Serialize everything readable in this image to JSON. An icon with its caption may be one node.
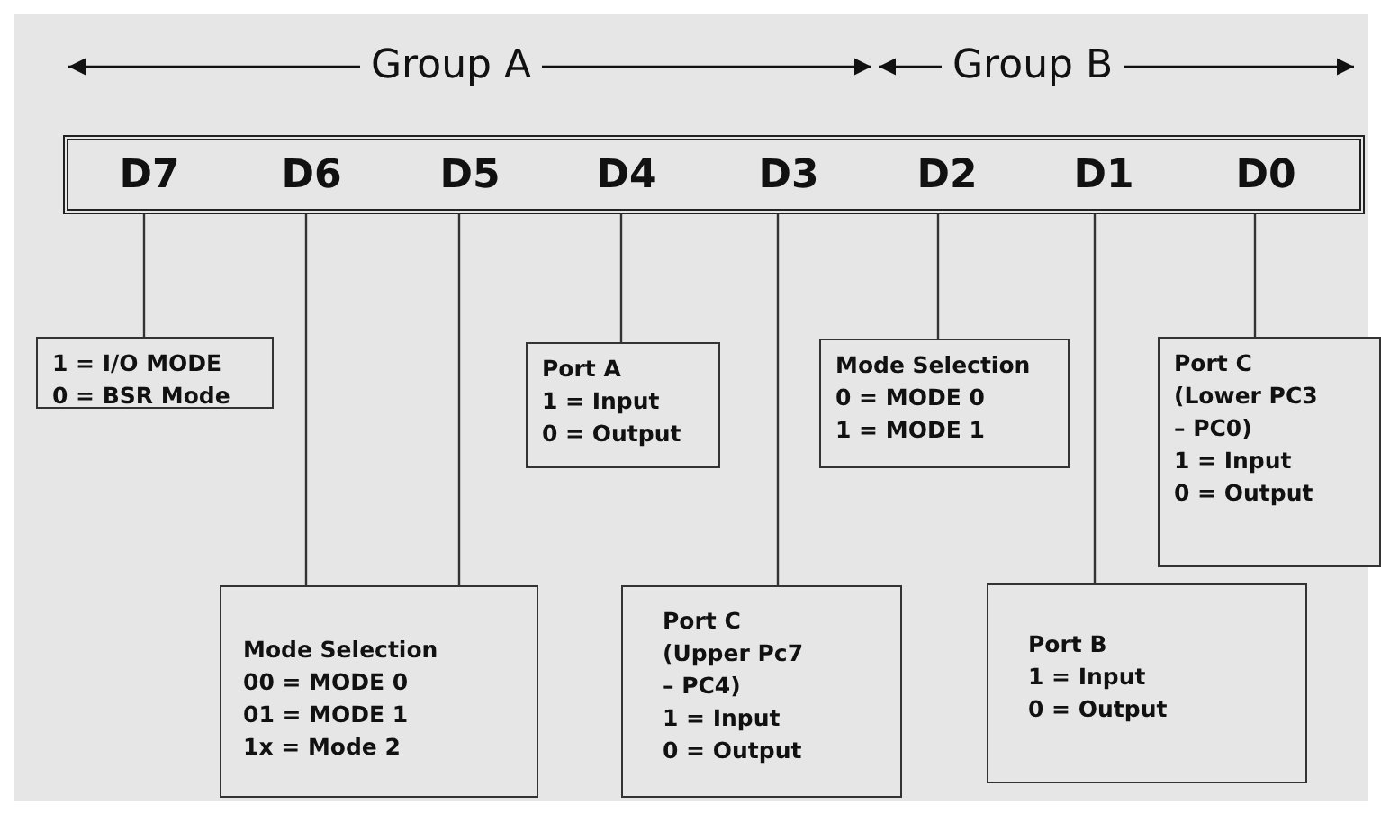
{
  "diagram": {
    "nodes": [
      {
        "text": [],
        "shape": "bar"
      },
      {
        "text": [
          "D7"
        ],
        "in": 0
      },
      {
        "text": [
          "D6"
        ],
        "in": 0
      },
      {
        "text": [
          "D5"
        ],
        "in": 0
      },
      {
        "text": [
          "D4"
        ],
        "in": 0
      },
      {
        "text": [
          "D3"
        ],
        "in": 0
      },
      {
        "text": [
          "D2"
        ],
        "in": 0
      },
      {
        "text": [
          "D1"
        ],
        "in": 0
      },
      {
        "text": [
          "D0"
        ],
        "in": 0
      },
      {
        "text": [
          "1 = I/O MODE",
          "0 = BSR Mode"
        ]
      },
      {
        "text": [
          "Port A",
          "1 = Input",
          "0 = Output"
        ]
      },
      {
        "text": [
          "Mode Selection",
          "0 = MODE 0",
          "1 = MODE 1"
        ]
      },
      {
        "text": [
          "Port C",
          "(Lower PC3 – PC0)",
          "1 = Input",
          "0 = Output"
        ]
      },
      {
        "text": [
          "Mode Selection",
          "00 = MODE 0",
          "01 = MODE 1",
          "1x = Mode 2"
        ]
      },
      {
        "text": [
          "Port C",
          "(Upper Pc7 – PC4)",
          "1 = Input",
          "0 = Output"
        ]
      },
      {
        "text": [
          "Port B",
          "1 = Input",
          "0 = Output"
        ]
      }
    ],
    "edges": [
      {
        "from": 1,
        "to": 9,
        "arrow": "none"
      },
      {
        "from": 2,
        "to": 13,
        "arrow": "none"
      },
      {
        "from": 3,
        "to": 13,
        "arrow": "none"
      },
      {
        "from": 4,
        "to": 10,
        "arrow": "none"
      },
      {
        "from": 5,
        "to": 14,
        "arrow": "none"
      },
      {
        "from": 6,
        "to": 11,
        "arrow": "none"
      },
      {
        "from": 7,
        "to": 15,
        "arrow": "none"
      },
      {
        "from": 8,
        "to": 12,
        "arrow": "none"
      }
    ],
    "labels": [
      "Group A",
      "Group B"
    ]
  }
}
